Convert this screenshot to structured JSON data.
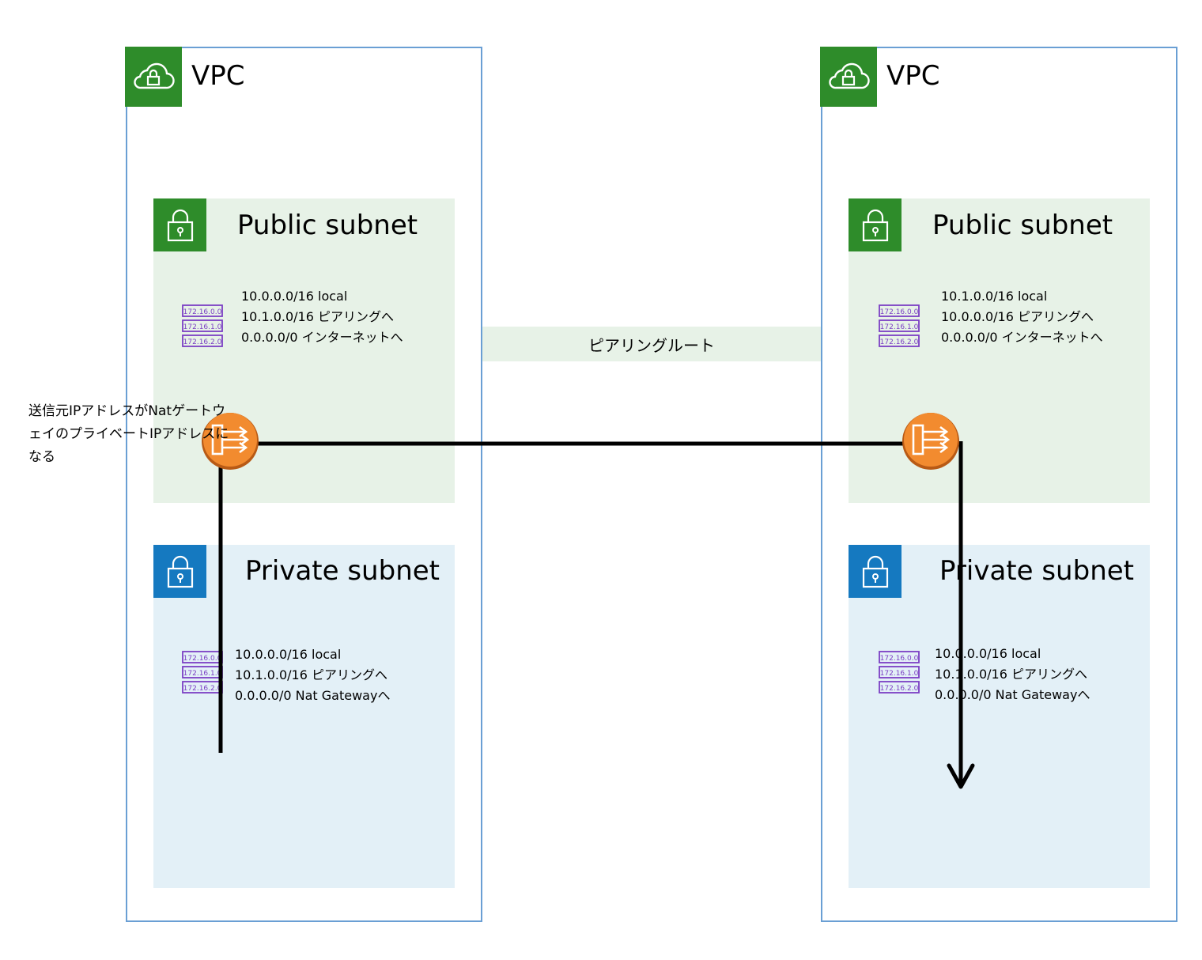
{
  "colors": {
    "vpc_border": "#6a9fd4",
    "vpc_badge": "#2e8c2a",
    "public_bg": "#e7f2e7",
    "public_badge": "#2e8c2a",
    "private_bg": "#e3f0f7",
    "private_badge": "#1579c0",
    "nat_gateway": "#f28b2f",
    "route_table_icon": "#7b3fc4",
    "flow_line": "#000000"
  },
  "vpcs": [
    {
      "label": "VPC",
      "icon": "vpc-cloud-lock-icon",
      "public_subnet": {
        "title": "Public subnet",
        "icon": "subnet-lock-icon",
        "routes": [
          "10.0.0.0/16 local",
          "10.1.0.0/16 ピアリングへ",
          "0.0.0.0/0 インターネットへ"
        ],
        "nat_gateway_icon": "nat-gateway-icon"
      },
      "private_subnet": {
        "title": "Private subnet",
        "icon": "subnet-lock-icon",
        "routes": [
          "10.0.0.0/16 local",
          "10.1.0.0/16 ピアリングへ",
          "0.0.0.0/0 Nat Gatewayへ"
        ]
      }
    },
    {
      "label": "VPC",
      "icon": "vpc-cloud-lock-icon",
      "public_subnet": {
        "title": "Public subnet",
        "icon": "subnet-lock-icon",
        "routes": [
          "10.1.0.0/16 local",
          "10.0.0.0/16 ピアリングへ",
          "0.0.0.0/0 インターネットへ"
        ],
        "nat_gateway_icon": "nat-gateway-icon"
      },
      "private_subnet": {
        "title": "Private subnet",
        "icon": "subnet-lock-icon",
        "routes": [
          "10.0.0.0/16 local",
          "10.1.0.0/16 ピアリングへ",
          "0.0.0.0/0 Nat Gatewayへ"
        ]
      }
    }
  ],
  "route_table_icon_labels": [
    "172.16.0.0",
    "172.16.1.0",
    "172.16.2.0"
  ],
  "peering_route_label": "ピアリングルート",
  "note_text": "送信元IPアドレスがNatゲートウェイのプライベートIPアドレスになる"
}
